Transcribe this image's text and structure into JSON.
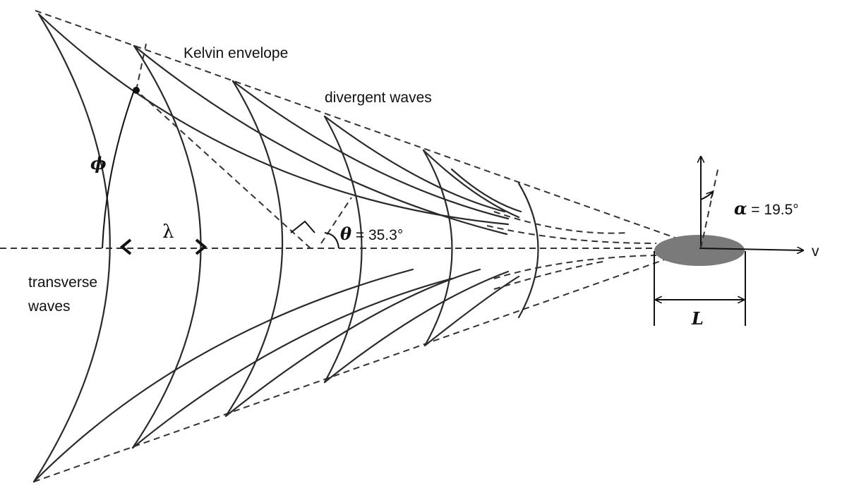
{
  "labels": {
    "kelvin": "Kelvin envelope",
    "divergent": "divergent waves",
    "transverse_1": "transverse",
    "transverse_2": "waves",
    "phi": "ϕ",
    "lambda": "λ",
    "theta_sym": "θ",
    "theta_val": " = 35.3°",
    "alpha_sym": "α",
    "alpha_val": " = 19.5°",
    "velocity": "v",
    "length": "L"
  },
  "colors": {
    "line": "#2a2a2a",
    "boat": "#7a7a7a"
  }
}
